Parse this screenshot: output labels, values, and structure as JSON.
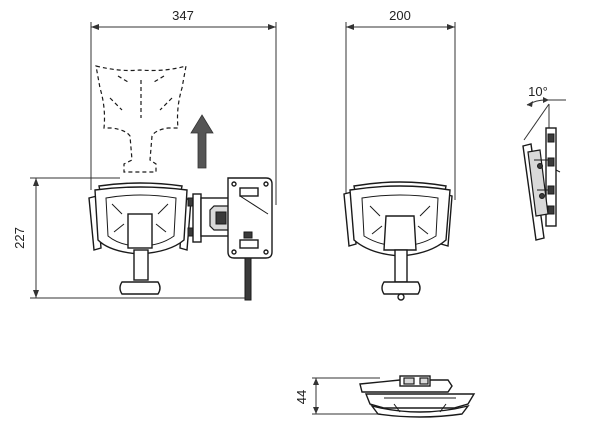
{
  "dimensions": {
    "front_width": "347",
    "side_width": "200",
    "height": "227",
    "depth": "44",
    "tilt_angle": "10°"
  },
  "colors": {
    "line": "#1a1a1a",
    "arrow_fill": "#555555",
    "background": "#ffffff"
  }
}
